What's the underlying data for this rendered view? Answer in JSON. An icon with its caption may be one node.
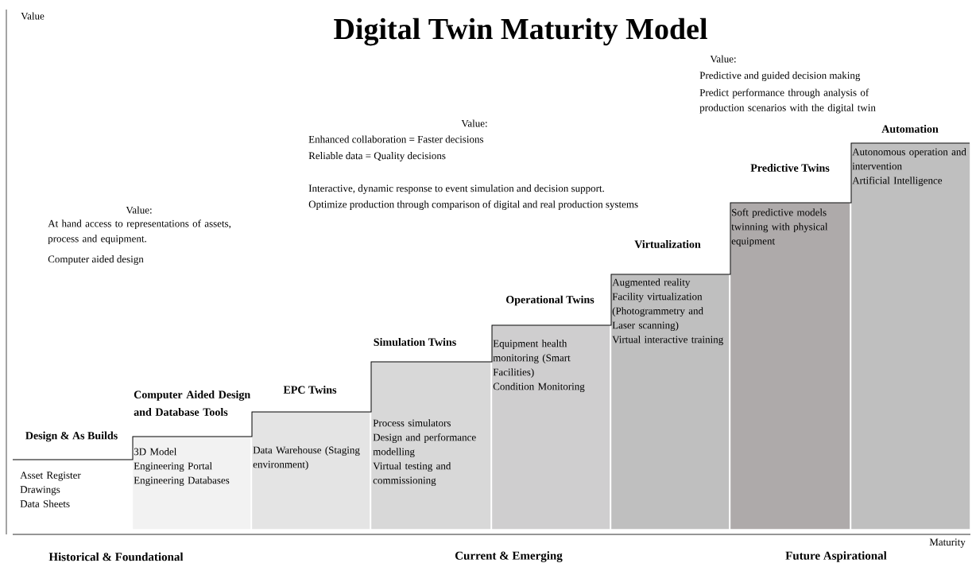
{
  "diagram": {
    "title": "Digital Twin Maturity Model",
    "nodes": [
      {
        "text": [
          "Design & As Builds",
          "Asset Register",
          "Drawings",
          "Data Sheets"
        ]
      },
      {
        "text": [
          "Computer Aided Design and Database Tools",
          "3D Model",
          "Engineering Portal",
          "Engineering Databases"
        ]
      },
      {
        "text": [
          "EPC Twins",
          "Data Warehouse (Staging environment)"
        ]
      },
      {
        "text": [
          "Simulation Twins",
          "Process simulators",
          "Design and performance modelling",
          "Virtual testing and commissioning"
        ]
      },
      {
        "text": [
          "Operational Twins",
          "Equipment health monitoring (Smart Facilities)",
          "Condition Monitoring"
        ]
      },
      {
        "text": [
          "Virtualization",
          "Augmented reality",
          "Facility virtualization (Photogrammetry and Laser scanning)",
          "Virtual interactive training"
        ]
      },
      {
        "text": [
          "Predictive Twins",
          "Soft predictive models twinning with physical equipment"
        ]
      },
      {
        "text": [
          "Automation",
          "Autonomous operation and intervention",
          "Artificial Intelligence"
        ]
      }
    ],
    "labels": [
      "Value",
      "Maturity",
      "Historical & Foundational",
      "Current & Emerging",
      "Future Aspirational",
      "Value:",
      "At hand access to representations of assets, process and equipment.",
      "Computer aided design",
      "Value:",
      "Enhanced collaboration = Faster decisions",
      "Reliable data = Quality decisions",
      "Interactive, dynamic response to event simulation and decision support.",
      "Optimize production through comparison of digital and real production systems",
      "Value:",
      "Predictive and guided decision making",
      "Predict performance through analysis of production scenarios with the digital twin"
    ]
  }
}
